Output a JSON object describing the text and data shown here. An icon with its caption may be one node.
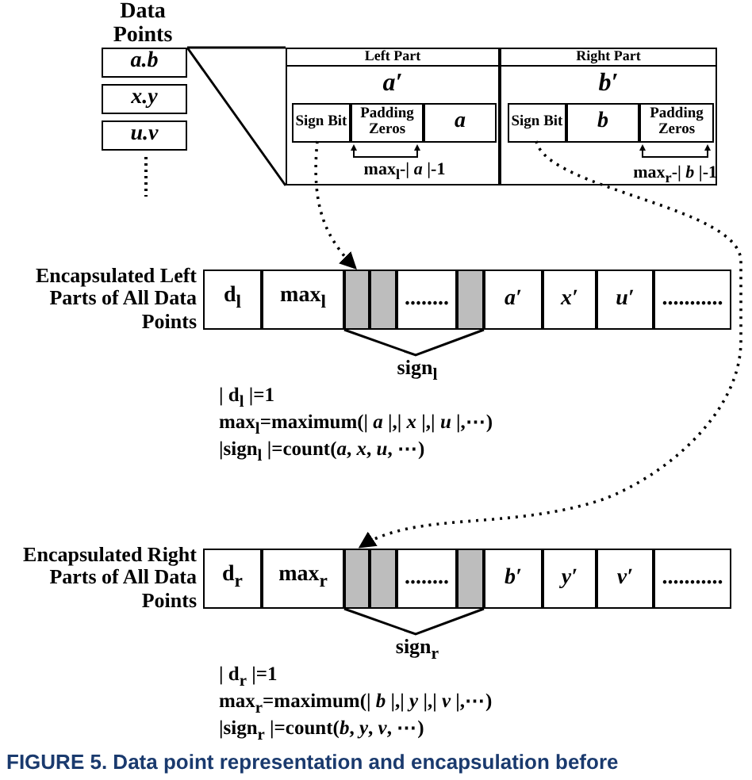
{
  "diagram": {
    "caption": "FIGURE 5. Data point representation and encapsulation before",
    "nodes": [
      {
        "text": [
          "a.b"
        ]
      },
      {
        "text": [
          "x.y"
        ]
      },
      {
        "text": [
          "u.v"
        ]
      },
      {
        "text": [
          "Left Part",
          "a′"
        ]
      },
      {
        "text": [
          "Sign Bit"
        ],
        "in": 3
      },
      {
        "text": [
          "Padding Zeros"
        ],
        "in": 3
      },
      {
        "text": [
          "a"
        ],
        "in": 3
      },
      {
        "text": [
          "Right Part",
          "b′"
        ]
      },
      {
        "text": [
          "Sign Bit"
        ],
        "in": 7
      },
      {
        "text": [
          "b"
        ],
        "in": 7
      },
      {
        "text": [
          "Padding Zeros"
        ],
        "in": 7
      },
      {
        "text": [
          "d$_{l}$"
        ]
      },
      {
        "text": [
          "max$_{l}$"
        ]
      },
      {
        "text": [],
        "shape": "box"
      },
      {
        "text": [],
        "shape": "box"
      },
      {
        "text": [
          "........"
        ]
      },
      {
        "text": [],
        "shape": "box"
      },
      {
        "text": [
          "a′"
        ]
      },
      {
        "text": [
          "x′"
        ]
      },
      {
        "text": [
          "u′"
        ]
      },
      {
        "text": [
          "..........."
        ]
      },
      {
        "text": [
          "d$_{r}$"
        ]
      },
      {
        "text": [
          "max$_{r}$"
        ]
      },
      {
        "text": [],
        "shape": "box"
      },
      {
        "text": [],
        "shape": "box"
      },
      {
        "text": [
          "........"
        ]
      },
      {
        "text": [],
        "shape": "box"
      },
      {
        "text": [
          "b′"
        ]
      },
      {
        "text": [
          "y′"
        ]
      },
      {
        "text": [
          "v′"
        ]
      },
      {
        "text": [
          "..........."
        ]
      }
    ],
    "edges": [
      {
        "from": 0,
        "to": 3,
        "arrow": "none"
      },
      {
        "from": 4,
        "to": 13,
        "arrow": "to",
        "style": "dashed"
      },
      {
        "from": 8,
        "to": 23,
        "arrow": "to",
        "style": "dashed"
      }
    ],
    "labels": [
      "Data Points",
      "max$_{l}$-| *a* |-1",
      "max$_{r}$-| *b* |-1",
      "Encapsulated Left Parts of All Data Points",
      "sign$_{l}$",
      "| d$_{l}$ |=1",
      "max$_{l}$=maximum(| *a* |,| *x* |,| *u* |,⋯)",
      "|sign$_{l}$ |=count(*a*, *x*, *u*, ⋯)",
      "Encapsulated Right Parts of All Data Points",
      "sign$_{r}$",
      "| d$_{r}$ |=1",
      "max$_{r}$=maximum(| *b* |,| *y* |,| *v* |,⋯)",
      "|sign$_{r}$ |=count(*b*, *y*, *v*, ⋯)"
    ]
  }
}
